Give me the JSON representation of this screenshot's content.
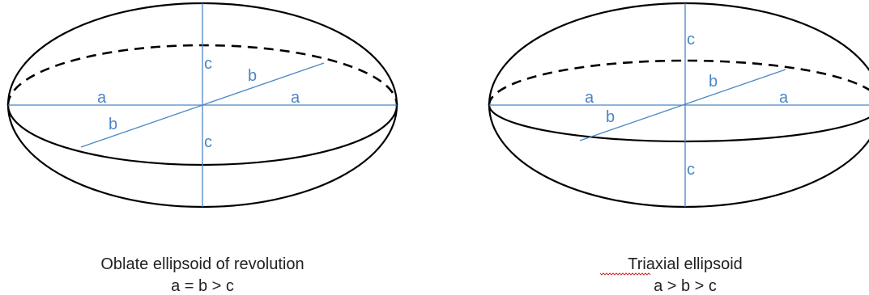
{
  "colors": {
    "outline": "#000000",
    "axis": "#4a86c5",
    "caption": "#222222",
    "spellcheck_underline": "#d03030"
  },
  "left": {
    "labels": {
      "c_top": "c",
      "c_bottom": "c",
      "a_left": "a",
      "a_right": "a",
      "b_front": "b",
      "b_back": "b"
    },
    "caption": {
      "title": "Oblate ellipsoid of revolution",
      "relation": "a = b > c"
    }
  },
  "right": {
    "labels": {
      "c_top": "c",
      "c_bottom": "c",
      "a_left": "a",
      "a_right": "a",
      "b_front": "b",
      "b_back": "b"
    },
    "caption": {
      "title_underlined_word": "Triaxial",
      "title_rest": " ellipsoid",
      "relation": "a > b > c"
    }
  }
}
